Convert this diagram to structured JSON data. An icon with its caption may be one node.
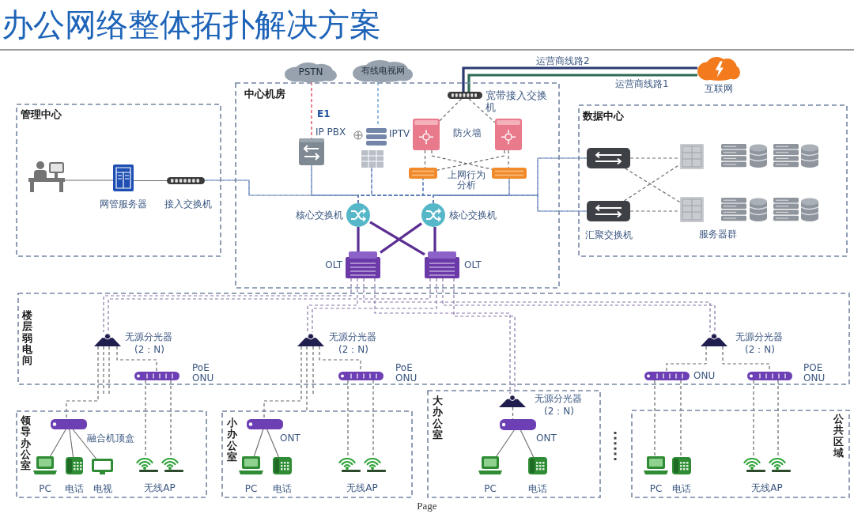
{
  "diagram": {
    "title": "办公网络整体拓扑解决方案",
    "nodes": [
      {
        "text": [
          "PSTN"
        ]
      },
      {
        "text": [
          "有线电视网"
        ]
      },
      {
        "text": [
          "互联网"
        ]
      },
      {
        "text": [
          "管理中心"
        ]
      },
      {
        "text": [],
        "shape": "picture",
        "in": 3
      },
      {
        "text": [
          "网管服务器"
        ],
        "in": 3
      },
      {
        "text": [
          "接入交换机"
        ],
        "in": 3
      },
      {
        "text": [
          "中心机房"
        ]
      },
      {
        "text": [
          "IP PBX"
        ],
        "in": 7
      },
      {
        "text": [
          "IPTV"
        ],
        "in": 7
      },
      {
        "text": [
          "宽带接入交换机"
        ],
        "in": 7
      },
      {
        "text": [],
        "shape": "box",
        "in": 7
      },
      {
        "text": [],
        "shape": "box",
        "in": 7
      },
      {
        "text": [],
        "shape": "bar",
        "in": 7
      },
      {
        "text": [],
        "shape": "bar",
        "in": 7
      },
      {
        "text": [
          "核心交换机"
        ],
        "in": 7
      },
      {
        "text": [
          "核心交换机"
        ],
        "in": 7
      },
      {
        "text": [
          "OLT"
        ],
        "in": 7
      },
      {
        "text": [
          "OLT"
        ],
        "in": 7
      },
      {
        "text": [
          "数据中心"
        ]
      },
      {
        "text": [],
        "shape": "box",
        "in": 19
      },
      {
        "text": [
          "汇聚交换机"
        ],
        "in": 19
      },
      {
        "text": [],
        "shape": "box",
        "in": 19
      },
      {
        "text": [],
        "shape": "box",
        "in": 19
      },
      {
        "text": [
          "楼层弱电间"
        ]
      },
      {
        "text": [
          "无源分光器",
          "(2：N)"
        ],
        "in": 24
      },
      {
        "text": [
          "PoE ONU"
        ],
        "in": 24
      },
      {
        "text": [
          "无源分光器",
          "(2：N)"
        ],
        "in": 24
      },
      {
        "text": [
          "PoE ONU"
        ],
        "in": 24
      },
      {
        "text": [
          "无源分光器",
          "(2：N)"
        ],
        "in": 24
      },
      {
        "text": [
          "ONU"
        ],
        "in": 24
      },
      {
        "text": [
          "POE ONU"
        ],
        "in": 24
      },
      {
        "text": [
          "领导办公室"
        ]
      },
      {
        "text": [
          "融合机顶盒"
        ],
        "in": 32
      },
      {
        "text": [
          "PC"
        ],
        "in": 32
      },
      {
        "text": [
          "电话"
        ],
        "in": 32
      },
      {
        "text": [
          "电视"
        ],
        "in": 32
      },
      {
        "text": [],
        "shape": "picture",
        "in": 32
      },
      {
        "text": [],
        "shape": "picture",
        "in": 32
      },
      {
        "text": [
          "小办公室"
        ]
      },
      {
        "text": [
          "ONT"
        ],
        "in": 39
      },
      {
        "text": [
          "PC"
        ],
        "in": 39
      },
      {
        "text": [
          "电话"
        ],
        "in": 39
      },
      {
        "text": [],
        "shape": "picture",
        "in": 39
      },
      {
        "text": [],
        "shape": "picture",
        "in": 39
      },
      {
        "text": [
          "大办公室"
        ]
      },
      {
        "text": [
          "无源分光器",
          "(2：N)"
        ],
        "in": 45
      },
      {
        "text": [
          "ONT"
        ],
        "in": 45
      },
      {
        "text": [
          "PC"
        ],
        "in": 45
      },
      {
        "text": [
          "电话"
        ],
        "in": 45
      },
      {
        "text": [
          "公共区域"
        ]
      },
      {
        "text": [
          "PC"
        ],
        "in": 50
      },
      {
        "text": [
          "电话"
        ],
        "in": 50
      },
      {
        "text": [],
        "shape": "picture",
        "in": 50
      },
      {
        "text": [],
        "shape": "picture",
        "in": 50
      }
    ],
    "edges": [
      {
        "from": 0,
        "to": 8,
        "arrow": "none",
        "label": "E1",
        "style": "dashed",
        "color": "#d9314b"
      },
      {
        "from": 1,
        "to": 9,
        "arrow": "none",
        "style": "dashed",
        "color": "#4b8fd1"
      },
      {
        "from": 2,
        "to": 10,
        "arrow": "none",
        "label": "运营商线路2",
        "style": "thick",
        "color": "#2a3a72"
      },
      {
        "from": 2,
        "to": 10,
        "arrow": "none",
        "label": "运营商线路1",
        "style": "thick",
        "color": "#2e6c57"
      },
      {
        "from": 10,
        "to": 11,
        "arrow": "none",
        "style": "dashed"
      },
      {
        "from": 10,
        "to": 12,
        "arrow": "none",
        "style": "dashed"
      },
      {
        "from": 11,
        "to": 13,
        "arrow": "none",
        "style": "dashed"
      },
      {
        "from": 11,
        "to": 14,
        "arrow": "none",
        "style": "dashed"
      },
      {
        "from": 12,
        "to": 13,
        "arrow": "none",
        "style": "dashed"
      },
      {
        "from": 12,
        "to": 14,
        "arrow": "none",
        "style": "dashed"
      },
      {
        "from": 4,
        "to": 5,
        "arrow": "none"
      },
      {
        "from": 5,
        "to": 6,
        "arrow": "none"
      },
      {
        "from": 15,
        "to": 6,
        "arrow": "none",
        "style": "dashed",
        "color": "#5d7db6"
      },
      {
        "from": 15,
        "to": 8,
        "arrow": "none",
        "style": "dashed",
        "color": "#5d7db6"
      },
      {
        "from": 15,
        "to": 9,
        "arrow": "none",
        "style": "dashed",
        "color": "#5d7db6"
      },
      {
        "from": 15,
        "to": 13,
        "arrow": "none",
        "style": "dashed",
        "color": "#5d7db6"
      },
      {
        "from": 15,
        "to": 14,
        "arrow": "none",
        "style": "dashed",
        "color": "#5d7db6"
      },
      {
        "from": 15,
        "to": 20,
        "arrow": "none",
        "style": "dashed",
        "color": "#5d7db6"
      },
      {
        "from": 15,
        "to": 21,
        "arrow": "none",
        "style": "dashed",
        "color": "#5d7db6"
      },
      {
        "from": 16,
        "to": 6,
        "arrow": "none",
        "style": "dashed",
        "color": "#5d7db6"
      },
      {
        "from": 16,
        "to": 8,
        "arrow": "none",
        "style": "dashed",
        "color": "#5d7db6"
      },
      {
        "from": 16,
        "to": 9,
        "arrow": "none",
        "style": "dashed",
        "color": "#5d7db6"
      },
      {
        "from": 16,
        "to": 13,
        "arrow": "none",
        "style": "dashed",
        "color": "#5d7db6"
      },
      {
        "from": 16,
        "to": 14,
        "arrow": "none",
        "style": "dashed",
        "color": "#5d7db6"
      },
      {
        "from": 16,
        "to": 20,
        "arrow": "none",
        "style": "dashed",
        "color": "#5d7db6"
      },
      {
        "from": 16,
        "to": 21,
        "arrow": "none",
        "style": "dashed",
        "color": "#5d7db6"
      },
      {
        "from": 15,
        "to": 17,
        "arrow": "none",
        "style": "thick",
        "color": "#5b2e93"
      },
      {
        "from": 15,
        "to": 18,
        "arrow": "none",
        "style": "thick",
        "color": "#5b2e93"
      },
      {
        "from": 16,
        "to": 17,
        "arrow": "none",
        "style": "thick",
        "color": "#5b2e93"
      },
      {
        "from": 16,
        "to": 18,
        "arrow": "none",
        "style": "thick",
        "color": "#5b2e93"
      },
      {
        "from": 17,
        "to": 25,
        "arrow": "none",
        "style": "dashed",
        "color": "#8b78a9"
      },
      {
        "from": 18,
        "to": 25,
        "arrow": "none",
        "style": "dashed",
        "color": "#8b78a9"
      },
      {
        "from": 17,
        "to": 27,
        "arrow": "none",
        "style": "dashed",
        "color": "#8b78a9"
      },
      {
        "from": 18,
        "to": 27,
        "arrow": "none",
        "style": "dashed",
        "color": "#8b78a9"
      },
      {
        "from": 17,
        "to": 29,
        "arrow": "none",
        "style": "dashed",
        "color": "#8b78a9"
      },
      {
        "from": 18,
        "to": 29,
        "arrow": "none",
        "style": "dashed",
        "color": "#8b78a9"
      },
      {
        "from": 17,
        "to": 46,
        "arrow": "none",
        "style": "dashed",
        "color": "#8b78a9"
      },
      {
        "from": 18,
        "to": 46,
        "arrow": "none",
        "style": "dashed",
        "color": "#8b78a9"
      },
      {
        "from": 25,
        "to": 26,
        "arrow": "none",
        "style": "dashed"
      },
      {
        "from": 25,
        "to": 33,
        "arrow": "none",
        "style": "dashed"
      },
      {
        "from": 25,
        "to": null,
        "arrow": "none",
        "style": "dashed"
      },
      {
        "from": 25,
        "to": null,
        "arrow": "none",
        "style": "dashed"
      },
      {
        "from": 27,
        "to": 28,
        "arrow": "none",
        "style": "dashed"
      },
      {
        "from": 27,
        "to": 40,
        "arrow": "none",
        "style": "dashed"
      },
      {
        "from": 27,
        "to": 39,
        "arrow": "none",
        "style": "dashed"
      },
      {
        "from": 27,
        "to": null,
        "arrow": "none",
        "style": "dashed"
      },
      {
        "from": 29,
        "to": 30,
        "arrow": "none",
        "style": "dashed"
      },
      {
        "from": 29,
        "to": 31,
        "arrow": "none",
        "style": "dashed"
      },
      {
        "from": 46,
        "to": 47,
        "arrow": "none",
        "style": "dashed"
      },
      {
        "from": 26,
        "to": 37,
        "arrow": "none",
        "style": "dashed"
      },
      {
        "from": 26,
        "to": 38,
        "arrow": "none",
        "style": "dashed"
      },
      {
        "from": 28,
        "to": 43,
        "arrow": "none",
        "style": "dashed"
      },
      {
        "from": 28,
        "to": 44,
        "arrow": "none",
        "style": "dashed"
      },
      {
        "from": 30,
        "to": 51,
        "arrow": "none",
        "style": "dashed"
      },
      {
        "from": 30,
        "to": 52,
        "arrow": "none",
        "style": "dashed"
      },
      {
        "from": 31,
        "to": 53,
        "arrow": "none",
        "style": "dashed"
      },
      {
        "from": 31,
        "to": 54,
        "arrow": "none",
        "style": "dashed"
      },
      {
        "from": 33,
        "to": 34,
        "arrow": "none"
      },
      {
        "from": 33,
        "to": 35,
        "arrow": "none"
      },
      {
        "from": 33,
        "to": 36,
        "arrow": "none"
      },
      {
        "from": 40,
        "to": 41,
        "arrow": "none"
      },
      {
        "from": 40,
        "to": 42,
        "arrow": "none"
      },
      {
        "from": 47,
        "to": 48,
        "arrow": "none"
      },
      {
        "from": 47,
        "to": 49,
        "arrow": "none"
      },
      {
        "from": 20,
        "to": 22,
        "arrow": "none",
        "style": "dashed"
      },
      {
        "from": 20,
        "to": 23,
        "arrow": "none",
        "style": "dashed"
      },
      {
        "from": 21,
        "to": 22,
        "arrow": "none",
        "style": "dashed"
      },
      {
        "from": 21,
        "to": 23,
        "arrow": "none",
        "style": "dashed"
      }
    ],
    "labels": [
      "防火墙",
      "上网行为分析",
      "服务器群",
      "无线AP",
      "无线AP",
      "无线AP",
      "Page"
    ]
  }
}
